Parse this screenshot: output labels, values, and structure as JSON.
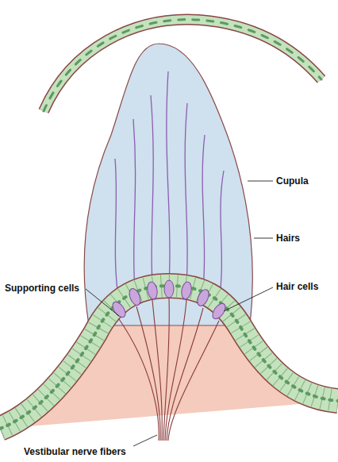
{
  "diagram": {
    "labels": [
      "Cupula",
      "Hairs",
      "Supporting cells",
      "Hair cells",
      "Vestibular nerve fibers"
    ]
  }
}
